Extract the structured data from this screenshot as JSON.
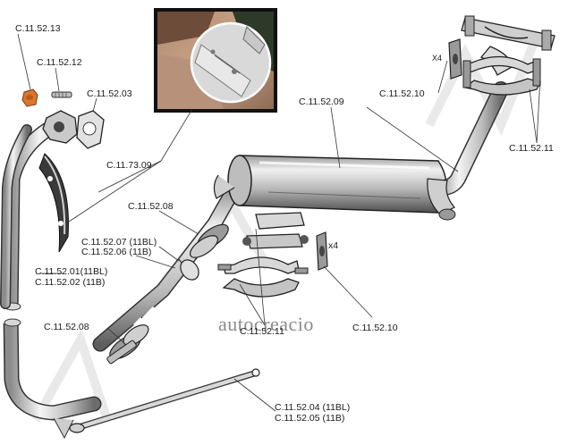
{
  "watermark": {
    "text": "autocreacio"
  },
  "callouts": {
    "c1": "C.11.52.13",
    "c2": "C.11.52.12",
    "c3": "C.11.52.03",
    "c4": "C.11.73.09",
    "c5": "C.11.52.09",
    "c6": "X4",
    "c7": "C.11.52.10",
    "c8": "C.11.52.11",
    "c9": "C.11.52.08",
    "c10a": "C.11.52.07 (11BL)",
    "c10b": "C.11.52.06 (11B)",
    "c11": "x4",
    "c12a": "C.11.52.01(11BL)",
    "c12b": "C.11.52.02 (11B)",
    "c13": "C.11.52.08",
    "c14": "C.11.52.11",
    "c15": "C.11.52.10",
    "c16a": "C.11.52.04 (11BL)",
    "c16b": "C.11.52.05 (11B)"
  }
}
